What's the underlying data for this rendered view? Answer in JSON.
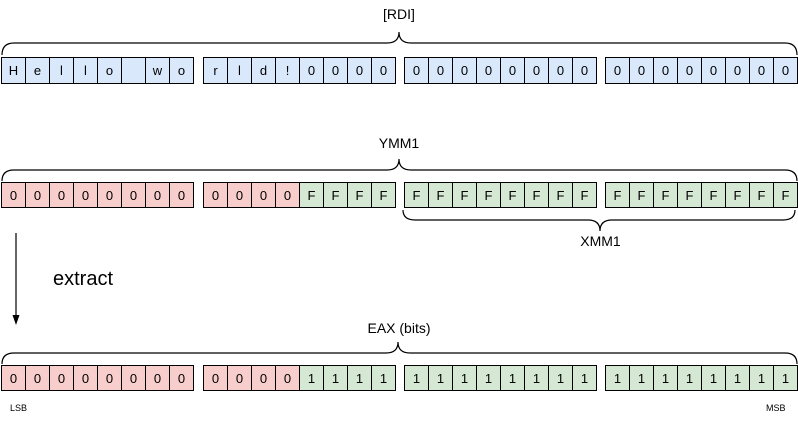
{
  "labels": {
    "rdi": "[RDI]",
    "ymm1": "YMM1",
    "xmm1": "XMM1",
    "eax": "EAX (bits)",
    "extract": "extract",
    "lsb": "LSB",
    "msb": "MSB"
  },
  "colors": {
    "blue": "#dae8fc",
    "pink": "#f8cecc",
    "green": "#d5e8d4",
    "border": "#000000",
    "line": "#000000"
  },
  "rows": [
    {
      "id": "rdi",
      "register": "[RDI]",
      "groups": [
        {
          "cells": [
            {
              "t": "H",
              "c": "blue"
            },
            {
              "t": "e",
              "c": "blue"
            },
            {
              "t": "l",
              "c": "blue"
            },
            {
              "t": "l",
              "c": "blue"
            },
            {
              "t": "o",
              "c": "blue"
            },
            {
              "t": " ",
              "c": "blue"
            },
            {
              "t": "w",
              "c": "blue"
            },
            {
              "t": "o",
              "c": "blue"
            }
          ]
        },
        {
          "cells": [
            {
              "t": "r",
              "c": "blue"
            },
            {
              "t": "l",
              "c": "blue"
            },
            {
              "t": "d",
              "c": "blue"
            },
            {
              "t": "!",
              "c": "blue"
            },
            {
              "t": "0",
              "c": "blue"
            },
            {
              "t": "0",
              "c": "blue"
            },
            {
              "t": "0",
              "c": "blue"
            },
            {
              "t": "0",
              "c": "blue"
            }
          ]
        },
        {
          "cells": [
            {
              "t": "0",
              "c": "blue"
            },
            {
              "t": "0",
              "c": "blue"
            },
            {
              "t": "0",
              "c": "blue"
            },
            {
              "t": "0",
              "c": "blue"
            },
            {
              "t": "0",
              "c": "blue"
            },
            {
              "t": "0",
              "c": "blue"
            },
            {
              "t": "0",
              "c": "blue"
            },
            {
              "t": "0",
              "c": "blue"
            }
          ]
        },
        {
          "cells": [
            {
              "t": "0",
              "c": "blue"
            },
            {
              "t": "0",
              "c": "blue"
            },
            {
              "t": "0",
              "c": "blue"
            },
            {
              "t": "0",
              "c": "blue"
            },
            {
              "t": "0",
              "c": "blue"
            },
            {
              "t": "0",
              "c": "blue"
            },
            {
              "t": "0",
              "c": "blue"
            },
            {
              "t": "0",
              "c": "blue"
            }
          ]
        }
      ]
    },
    {
      "id": "ymm1",
      "register": "YMM1",
      "groups": [
        {
          "cells": [
            {
              "t": "0",
              "c": "pink"
            },
            {
              "t": "0",
              "c": "pink"
            },
            {
              "t": "0",
              "c": "pink"
            },
            {
              "t": "0",
              "c": "pink"
            },
            {
              "t": "0",
              "c": "pink"
            },
            {
              "t": "0",
              "c": "pink"
            },
            {
              "t": "0",
              "c": "pink"
            },
            {
              "t": "0",
              "c": "pink"
            }
          ]
        },
        {
          "cells": [
            {
              "t": "0",
              "c": "pink"
            },
            {
              "t": "0",
              "c": "pink"
            },
            {
              "t": "0",
              "c": "pink"
            },
            {
              "t": "0",
              "c": "pink"
            },
            {
              "t": "F",
              "c": "green"
            },
            {
              "t": "F",
              "c": "green"
            },
            {
              "t": "F",
              "c": "green"
            },
            {
              "t": "F",
              "c": "green"
            }
          ]
        },
        {
          "cells": [
            {
              "t": "F",
              "c": "green"
            },
            {
              "t": "F",
              "c": "green"
            },
            {
              "t": "F",
              "c": "green"
            },
            {
              "t": "F",
              "c": "green"
            },
            {
              "t": "F",
              "c": "green"
            },
            {
              "t": "F",
              "c": "green"
            },
            {
              "t": "F",
              "c": "green"
            },
            {
              "t": "F",
              "c": "green"
            }
          ]
        },
        {
          "cells": [
            {
              "t": "F",
              "c": "green"
            },
            {
              "t": "F",
              "c": "green"
            },
            {
              "t": "F",
              "c": "green"
            },
            {
              "t": "F",
              "c": "green"
            },
            {
              "t": "F",
              "c": "green"
            },
            {
              "t": "F",
              "c": "green"
            },
            {
              "t": "F",
              "c": "green"
            },
            {
              "t": "F",
              "c": "green"
            }
          ]
        }
      ]
    },
    {
      "id": "eax",
      "register": "EAX (bits)",
      "groups": [
        {
          "cells": [
            {
              "t": "0",
              "c": "pink"
            },
            {
              "t": "0",
              "c": "pink"
            },
            {
              "t": "0",
              "c": "pink"
            },
            {
              "t": "0",
              "c": "pink"
            },
            {
              "t": "0",
              "c": "pink"
            },
            {
              "t": "0",
              "c": "pink"
            },
            {
              "t": "0",
              "c": "pink"
            },
            {
              "t": "0",
              "c": "pink"
            }
          ]
        },
        {
          "cells": [
            {
              "t": "0",
              "c": "pink"
            },
            {
              "t": "0",
              "c": "pink"
            },
            {
              "t": "0",
              "c": "pink"
            },
            {
              "t": "0",
              "c": "pink"
            },
            {
              "t": "1",
              "c": "green"
            },
            {
              "t": "1",
              "c": "green"
            },
            {
              "t": "1",
              "c": "green"
            },
            {
              "t": "1",
              "c": "green"
            }
          ]
        },
        {
          "cells": [
            {
              "t": "1",
              "c": "green"
            },
            {
              "t": "1",
              "c": "green"
            },
            {
              "t": "1",
              "c": "green"
            },
            {
              "t": "1",
              "c": "green"
            },
            {
              "t": "1",
              "c": "green"
            },
            {
              "t": "1",
              "c": "green"
            },
            {
              "t": "1",
              "c": "green"
            },
            {
              "t": "1",
              "c": "green"
            }
          ]
        },
        {
          "cells": [
            {
              "t": "1",
              "c": "green"
            },
            {
              "t": "1",
              "c": "green"
            },
            {
              "t": "1",
              "c": "green"
            },
            {
              "t": "1",
              "c": "green"
            },
            {
              "t": "1",
              "c": "green"
            },
            {
              "t": "1",
              "c": "green"
            },
            {
              "t": "1",
              "c": "green"
            },
            {
              "t": "1",
              "c": "green"
            }
          ]
        }
      ]
    }
  ]
}
